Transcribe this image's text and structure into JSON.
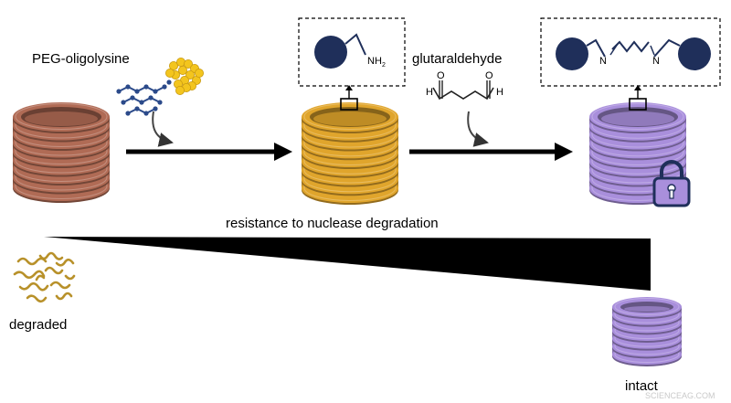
{
  "labels": {
    "peg": "PEG-oligolysine",
    "glutaraldehyde": "glutaraldehyde",
    "resistance": "resistance to nuclease degradation",
    "degraded": "degraded",
    "intact": "intact",
    "nh2": "NH",
    "nh2_sub": "2",
    "n_left": "N",
    "n_right": "N",
    "h_left": "H",
    "h_right": "H",
    "o_left": "O",
    "o_right": "O"
  },
  "watermark": "SCIENCEAG.COM",
  "colors": {
    "stack_brown": "#b06b55",
    "stack_gold": "#e0a52c",
    "stack_purple": "#a98fdc",
    "bead_navy": "#1f2f5a",
    "peg_yellow": "#f3c51e",
    "chain_blue": "#2b4a8a",
    "degraded_gold": "#b8912a"
  }
}
